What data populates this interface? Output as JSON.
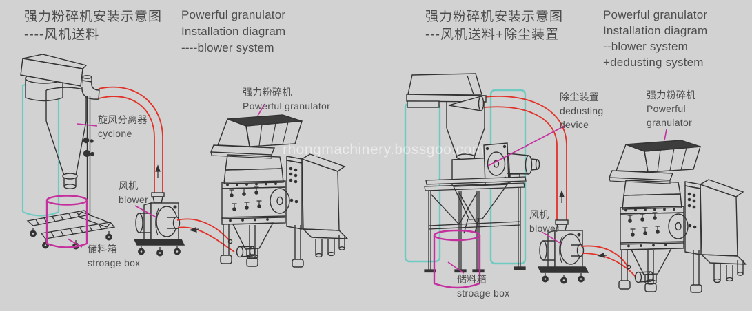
{
  "page": {
    "watermark": "rhongmachinery.bossgoo.com"
  },
  "colors": {
    "background": "#d2d2d2",
    "line": "#333333",
    "pipe_red": "#e13128",
    "label_magenta": "#c4309e",
    "duct_teal": "#6fcac2",
    "text": "#4d4d4d",
    "watermark": "rgba(255,255,255,0.55)"
  },
  "left_diagram": {
    "title_zh_1": "强力粉碎机安装示意图",
    "title_zh_2": "----风机送料",
    "title_en_1": "Powerful granulator",
    "title_en_2": "Installation diagram",
    "title_en_3": "----blower system",
    "labels": {
      "cyclone_zh": "旋风分离器",
      "cyclone_en": "cyclone",
      "granulator_zh": "强力粉碎机",
      "granulator_en": "Powerful granulator",
      "blower_zh": "风机",
      "blower_en": "blower",
      "storage_zh": "储料箱",
      "storage_en": "stroage box"
    }
  },
  "right_diagram": {
    "title_zh_1": "强力粉碎机安装示意图",
    "title_zh_2": "---风机送料+除尘装置",
    "title_en_1": "Powerful granulator",
    "title_en_2": "Installation diagram",
    "title_en_3": "--blower system",
    "title_en_4": "+dedusting system",
    "labels": {
      "dedusting_zh": "除尘装置",
      "dedusting_en_1": "dedusting",
      "dedusting_en_2": "device",
      "granulator_zh": "强力粉碎机",
      "granulator_en_1": "Powerful",
      "granulator_en_2": "granulator",
      "blower_zh": "风机",
      "blower_en": "blower",
      "storage_zh": "储料箱",
      "storage_en": "stroage box"
    }
  }
}
